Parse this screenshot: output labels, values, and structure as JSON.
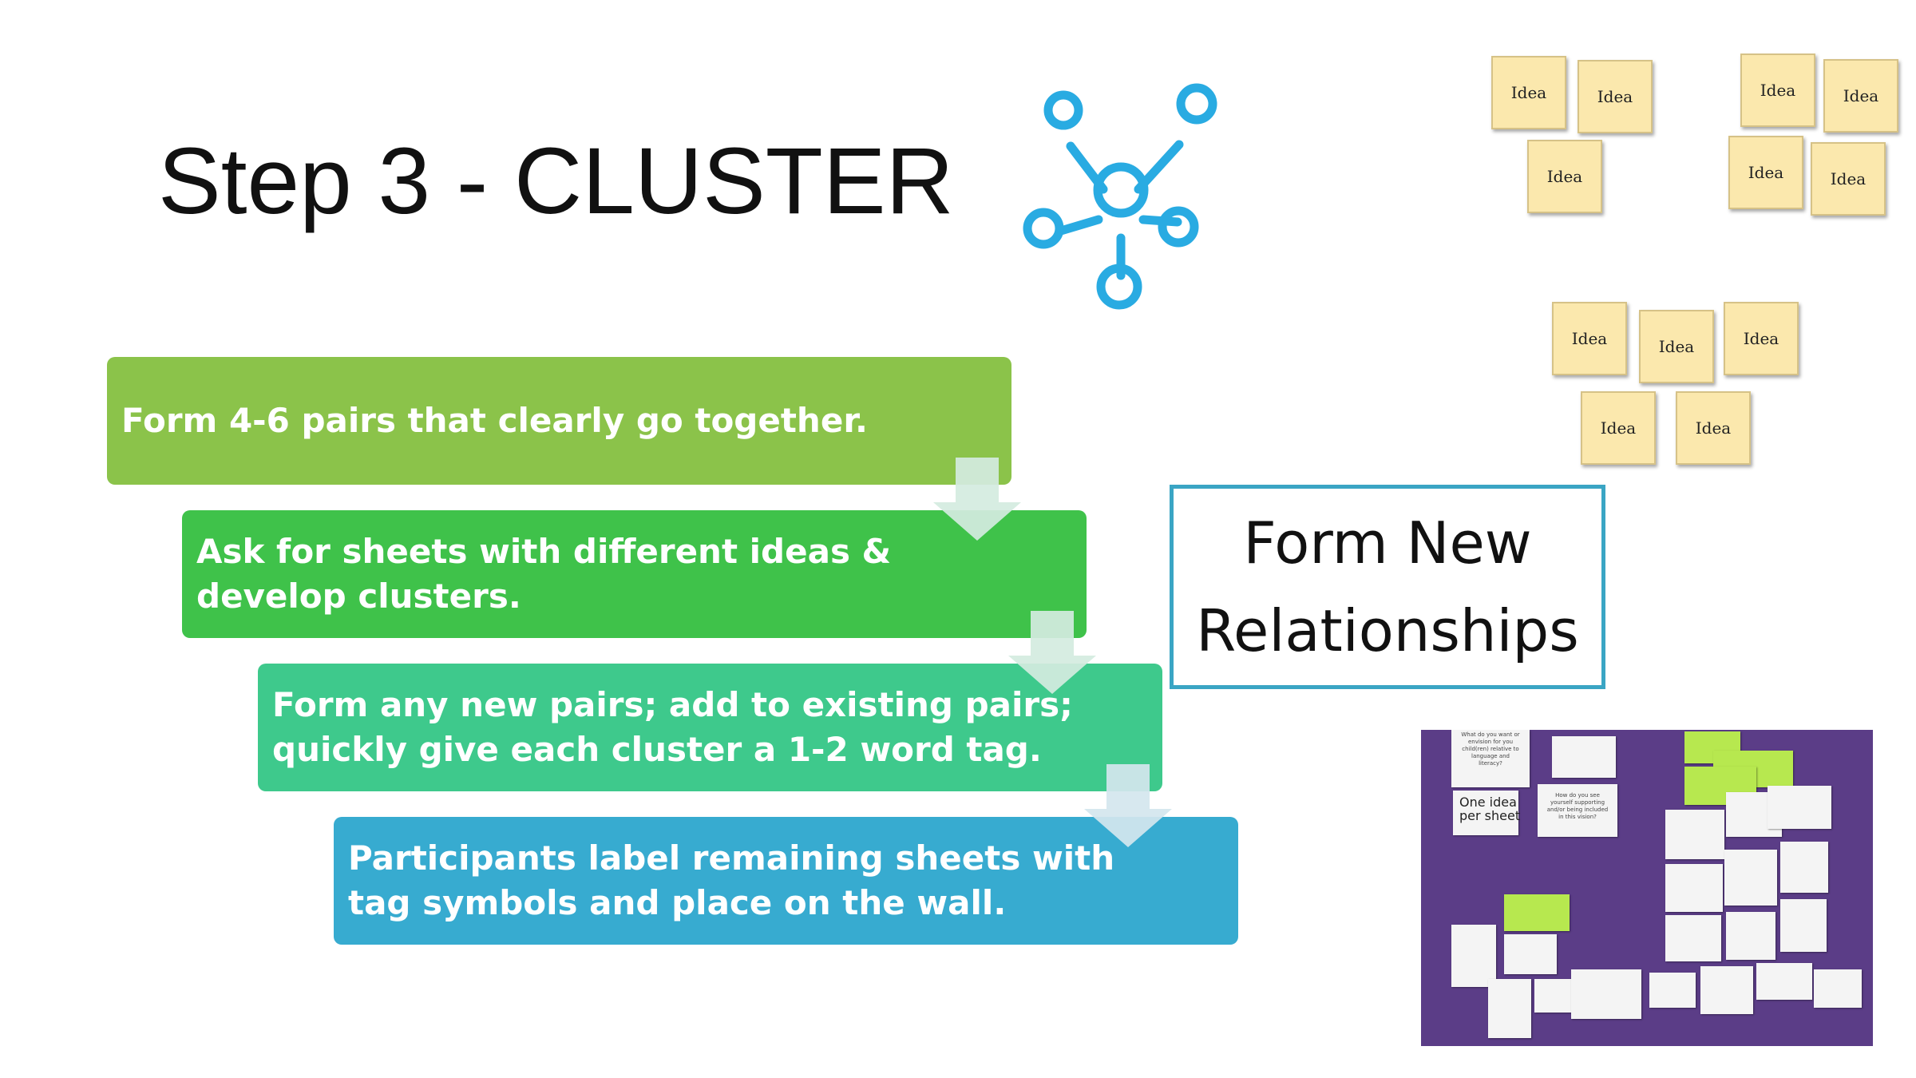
{
  "slide": {
    "title": "Step 3 - CLUSTER",
    "steps": [
      {
        "lines": [
          "Form 4-6 pairs that clearly go together."
        ],
        "color": "#8bc34a"
      },
      {
        "lines": [
          "Ask for sheets with different ideas &",
          "develop clusters."
        ],
        "color": "#3fc24a"
      },
      {
        "lines": [
          "Form any new pairs; add to existing pairs;",
          "quickly give each cluster a 1-2 word tag."
        ],
        "color": "#3ec98c"
      },
      {
        "lines": [
          "Participants label remaining sheets with",
          "tag symbols and place on the wall."
        ],
        "color": "#37abd0"
      }
    ],
    "callout": {
      "lines": [
        "Form New",
        "Relationships"
      ],
      "border_color": "#3aa5c4"
    },
    "icon": "network-cluster-icon",
    "icon_color": "#29abe2",
    "note_label": "Idea",
    "photo": {
      "texts": {
        "q1": [
          "What do you want or",
          "envision for you",
          "child(ren) relative to",
          "language and",
          "literacy?"
        ],
        "q2": [
          "How do you see",
          "yourself supporting",
          "and/or being included",
          "in this vision?"
        ],
        "hand": [
          "One idea",
          "per sheet"
        ]
      }
    }
  }
}
